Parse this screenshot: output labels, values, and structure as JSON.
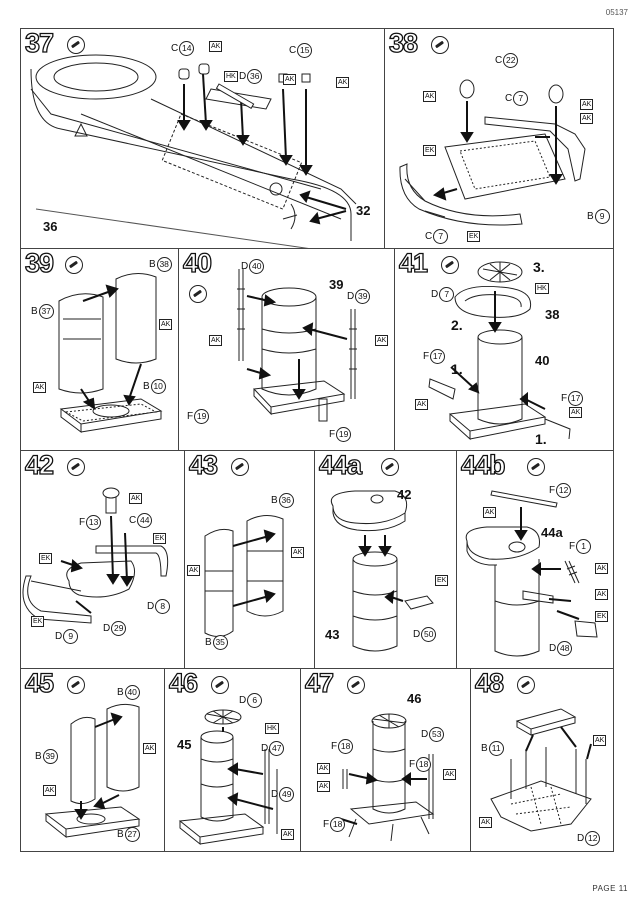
{
  "doc_code": "05137",
  "page_label": "PAGE 11",
  "steps": [
    {
      "number": "37",
      "tags": [
        "HK",
        "AK",
        "AK",
        "AK"
      ],
      "parts": [
        {
          "letter": "C",
          "num": "14"
        },
        {
          "letter": "D",
          "num": "36"
        },
        {
          "letter": "C",
          "num": "15"
        }
      ],
      "refs": [
        "36",
        "32"
      ]
    },
    {
      "number": "38",
      "tags": [
        "AK",
        "AK",
        "AK",
        "EK",
        "EK"
      ],
      "parts": [
        {
          "letter": "C",
          "num": "22"
        },
        {
          "letter": "C",
          "num": "7"
        },
        {
          "letter": "B",
          "num": "9"
        },
        {
          "letter": "C",
          "num": "7"
        }
      ],
      "refs": []
    },
    {
      "number": "39",
      "tags": [
        "AK",
        "AK"
      ],
      "parts": [
        {
          "letter": "B",
          "num": "38"
        },
        {
          "letter": "B",
          "num": "37"
        },
        {
          "letter": "B",
          "num": "10"
        }
      ],
      "refs": []
    },
    {
      "number": "40",
      "tags": [
        "AK",
        "AK"
      ],
      "parts": [
        {
          "letter": "D",
          "num": "40"
        },
        {
          "letter": "D",
          "num": "39"
        },
        {
          "letter": "F",
          "num": "19"
        },
        {
          "letter": "F",
          "num": "19"
        }
      ],
      "refs": [
        "39"
      ]
    },
    {
      "number": "41",
      "tags": [
        "HK",
        "AK",
        "AK"
      ],
      "parts": [
        {
          "letter": "D",
          "num": "7"
        },
        {
          "letter": "F",
          "num": "17"
        },
        {
          "letter": "F",
          "num": "17"
        }
      ],
      "refs": [
        "38",
        "40"
      ],
      "substeps": [
        "3.",
        "2.",
        "1.",
        "1."
      ]
    },
    {
      "number": "42",
      "tags": [
        "AK",
        "EK",
        "EK",
        "EK"
      ],
      "parts": [
        {
          "letter": "F",
          "num": "13"
        },
        {
          "letter": "C",
          "num": "44"
        },
        {
          "letter": "D",
          "num": "8"
        },
        {
          "letter": "D",
          "num": "9"
        },
        {
          "letter": "D",
          "num": "29"
        }
      ],
      "refs": []
    },
    {
      "number": "43",
      "tags": [
        "AK",
        "AK"
      ],
      "parts": [
        {
          "letter": "B",
          "num": "36"
        },
        {
          "letter": "B",
          "num": "35"
        }
      ],
      "refs": []
    },
    {
      "number": "44a",
      "tags": [
        "EK"
      ],
      "parts": [
        {
          "letter": "D",
          "num": "50"
        }
      ],
      "refs": [
        "42",
        "43"
      ]
    },
    {
      "number": "44b",
      "tags": [
        "AK",
        "AK",
        "AK",
        "EK"
      ],
      "parts": [
        {
          "letter": "F",
          "num": "12"
        },
        {
          "letter": "F",
          "num": "1"
        },
        {
          "letter": "D",
          "num": "48"
        }
      ],
      "refs": [
        "44a"
      ]
    },
    {
      "number": "45",
      "tags": [
        "AK",
        "AK"
      ],
      "parts": [
        {
          "letter": "B",
          "num": "40"
        },
        {
          "letter": "B",
          "num": "39"
        },
        {
          "letter": "B",
          "num": "27"
        }
      ],
      "refs": []
    },
    {
      "number": "46",
      "tags": [
        "HK",
        "AK"
      ],
      "parts": [
        {
          "letter": "D",
          "num": "6"
        },
        {
          "letter": "D",
          "num": "47"
        },
        {
          "letter": "D",
          "num": "49"
        }
      ],
      "refs": [
        "45"
      ]
    },
    {
      "number": "47",
      "tags": [
        "AK",
        "AK",
        "AK"
      ],
      "parts": [
        {
          "letter": "F",
          "num": "18"
        },
        {
          "letter": "D",
          "num": "53"
        },
        {
          "letter": "F",
          "num": "18"
        },
        {
          "letter": "F",
          "num": "18"
        }
      ],
      "refs": [
        "46"
      ]
    },
    {
      "number": "48",
      "tags": [
        "AK",
        "AK"
      ],
      "parts": [
        {
          "letter": "B",
          "num": "11"
        },
        {
          "letter": "D",
          "num": "12"
        }
      ],
      "refs": []
    }
  ]
}
